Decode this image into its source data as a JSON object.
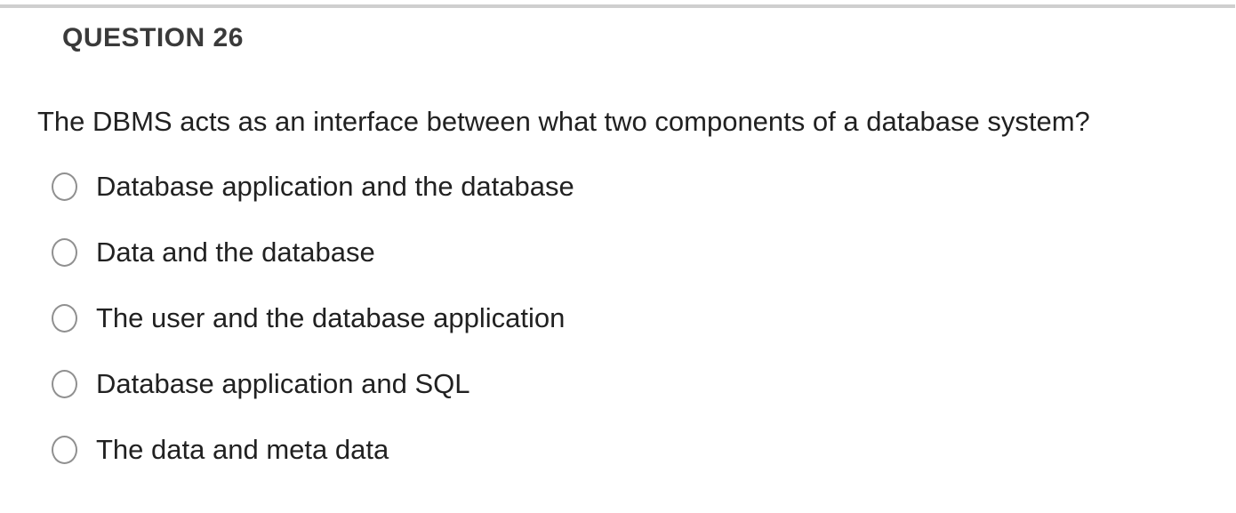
{
  "question": {
    "number_label": "QUESTION 26",
    "text": "The DBMS acts as an interface between what two components of a database system?",
    "options": [
      {
        "label": "Database application and the database",
        "selected": false
      },
      {
        "label": "Data and the database",
        "selected": false
      },
      {
        "label": "The user and the database application",
        "selected": false
      },
      {
        "label": "Database application and SQL",
        "selected": false
      },
      {
        "label": "The data and meta data",
        "selected": false
      }
    ]
  },
  "colors": {
    "top_border": "#cfcfcf",
    "heading_text": "#3a3a3a",
    "body_text": "#212121",
    "radio_border": "#909090",
    "background": "#ffffff"
  }
}
